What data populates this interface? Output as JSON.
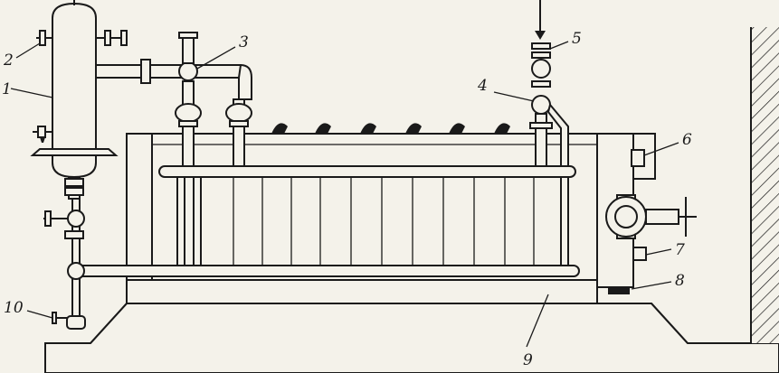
{
  "labels": {
    "l1": "1",
    "l2": "2",
    "l3": "3",
    "l4": "4",
    "l5": "5",
    "l6": "6",
    "l7": "7",
    "l8": "8",
    "l9": "9",
    "l10": "10"
  },
  "colors": {
    "ink": "#1a1a1a",
    "paper": "#f4f2ea"
  }
}
